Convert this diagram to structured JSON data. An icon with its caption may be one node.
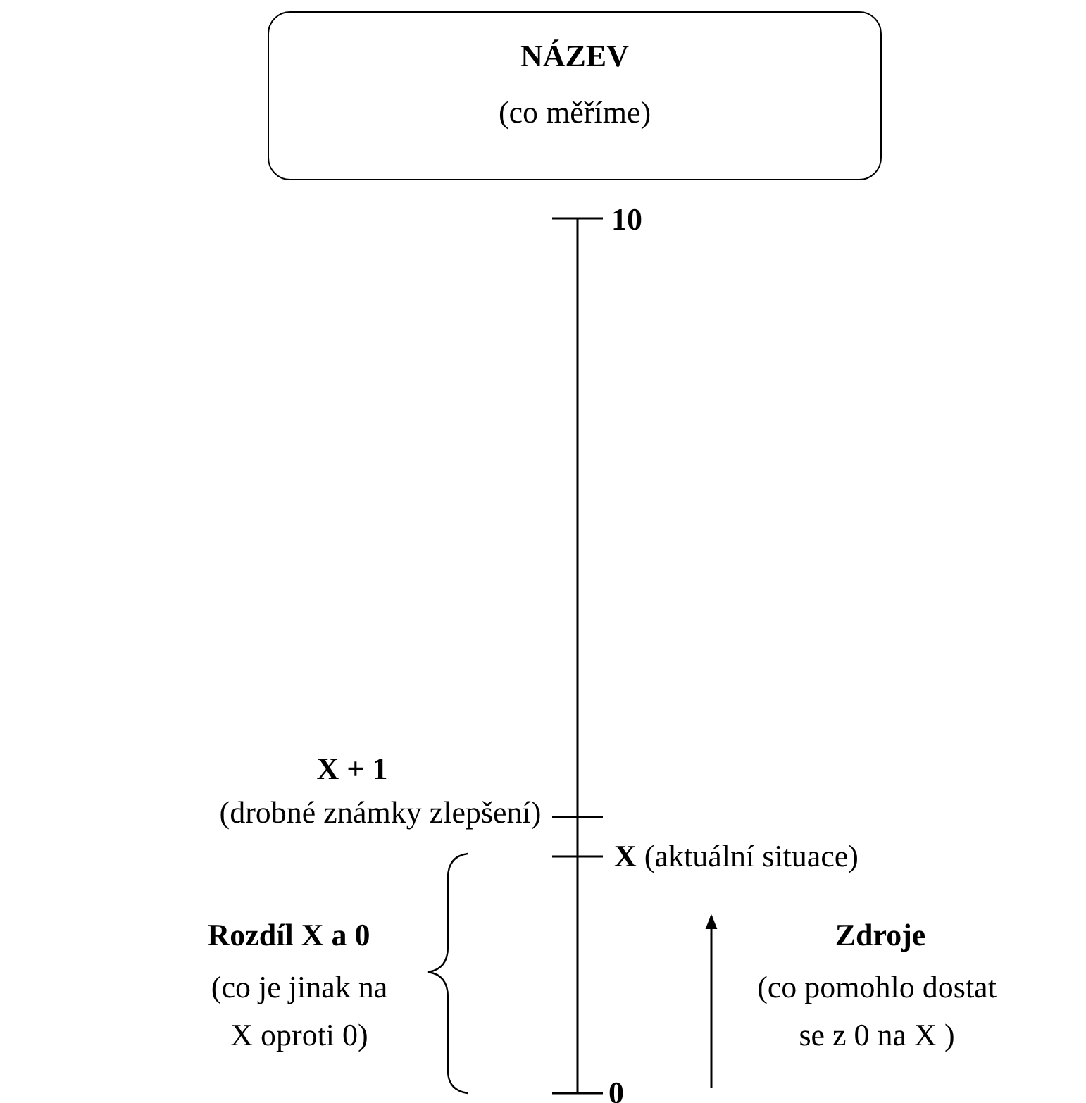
{
  "diagram": {
    "nodes": [
      {
        "text": [
          "NÁZEV",
          "(co měříme)"
        ]
      }
    ],
    "labels": [
      "10",
      "X + 1",
      "(drobné známky zlepšení)",
      "**X** (aktuální situace)",
      "Rozdíl X a 0",
      "(co je jinak na X oproti 0)",
      "Zdroje",
      "(co pomohlo dostat se z 0 na X )",
      "0"
    ]
  }
}
